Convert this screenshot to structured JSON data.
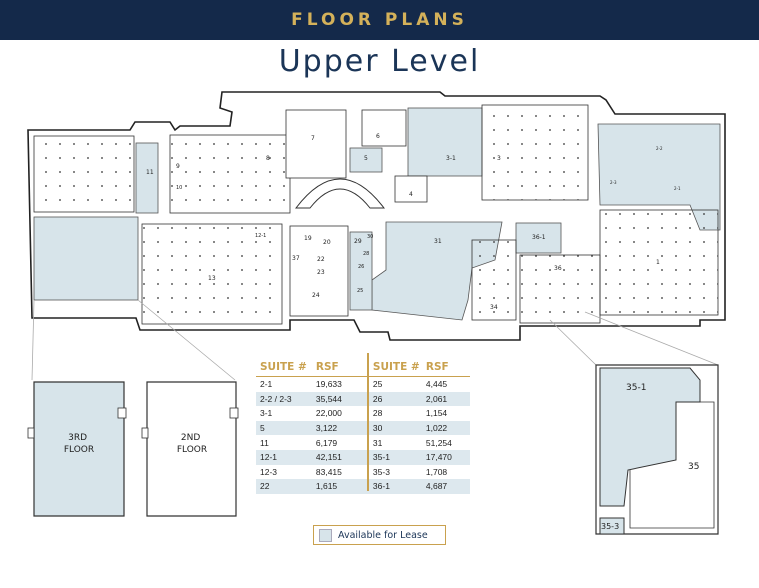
{
  "header": {
    "title": "FLOOR PLANS"
  },
  "level": {
    "title": "Upper Level"
  },
  "colors": {
    "banner": "#14294a",
    "gold": "#c9a14e",
    "available": "#d7e4ea",
    "title": "#1b3557"
  },
  "map": {
    "suite_labels": [
      "11",
      "9",
      "10",
      "8",
      "7",
      "6",
      "5",
      "4",
      "3-1",
      "3",
      "2-2",
      "2-3",
      "2-1",
      "1",
      "12-1",
      "13",
      "19",
      "20",
      "37",
      "22",
      "23",
      "24",
      "29",
      "30",
      "28",
      "26",
      "25",
      "31",
      "36-1",
      "36",
      "34"
    ],
    "floors": {
      "third": "3RD FLOOR",
      "second": "2ND FLOOR"
    },
    "inset_labels": [
      "35-1",
      "35",
      "35-3"
    ]
  },
  "table": {
    "headers": [
      "SUITE #",
      "RSF",
      "SUITE #",
      "RSF"
    ],
    "rows": [
      [
        "2-1",
        "19,633",
        "25",
        "4,445"
      ],
      [
        "2-2 / 2-3",
        "35,544",
        "26",
        "2,061"
      ],
      [
        "3-1",
        "22,000",
        "28",
        "1,154"
      ],
      [
        "5",
        "3,122",
        "30",
        "1,022"
      ],
      [
        "11",
        "6,179",
        "31",
        "51,254"
      ],
      [
        "12-1",
        "42,151",
        "35-1",
        "17,470"
      ],
      [
        "12-3",
        "83,415",
        "35-3",
        "1,708"
      ],
      [
        "22",
        "1,615",
        "36-1",
        "4,687"
      ]
    ]
  },
  "legend": {
    "label": "Available for Lease"
  }
}
